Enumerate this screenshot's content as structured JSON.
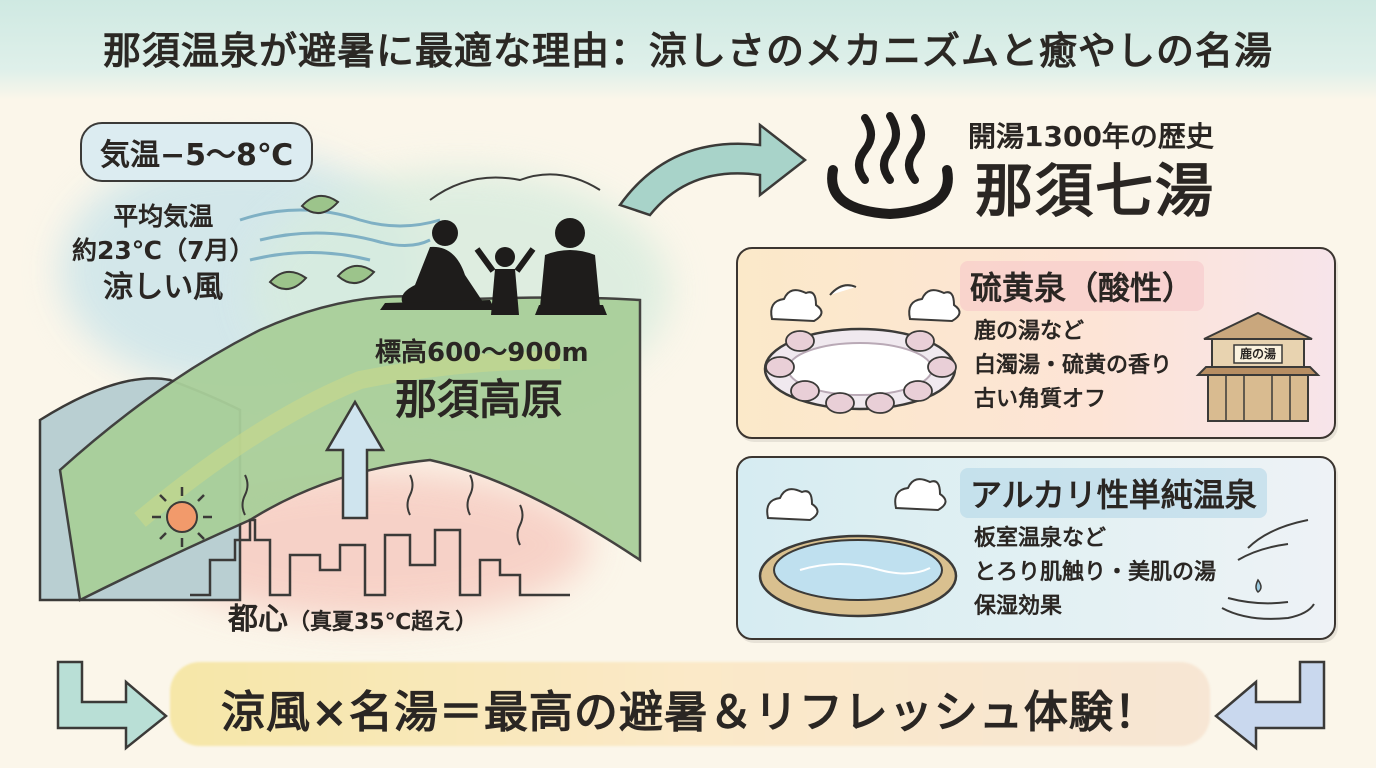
{
  "title": "那須温泉が避暑に最適な理由：涼しさのメカニズムと癒やしの名湯",
  "left": {
    "temp_badge": "気温−5〜8℃",
    "avg_temp_lines": [
      "平均気温",
      "約23℃（7月）",
      "涼しい風"
    ],
    "elevation": "標高600〜900m",
    "plateau_name": "那須高原",
    "city_label": "都心",
    "city_note": "（真夏35℃超え）"
  },
  "right": {
    "history": "開湯1300年の歴史",
    "name": "那須七湯",
    "cards": [
      {
        "title": "硫黄泉（酸性）",
        "lines": [
          "鹿の湯など",
          "白濁湯・硫黄の香り",
          "古い角質オフ"
        ],
        "sign": "鹿の湯"
      },
      {
        "title": "アルカリ性単純温泉",
        "lines": [
          "板室温泉など",
          "とろり肌触り・美肌の湯",
          "保湿効果"
        ]
      }
    ]
  },
  "bottom": {
    "summary": "涼風×名湯＝最高の避暑＆リフレッシュ体験！"
  },
  "colors": {
    "title_band": "#cfe9e2",
    "card1_bg": "#fbe7c8",
    "card2_bg": "#d8ecf2",
    "arrow": "#7fb9b1",
    "city_pink": "#f2b7ad",
    "mountain_green": "#a9cf9a"
  },
  "icons": [
    "onsen-icon",
    "sun-icon",
    "leaf-icon",
    "wind-icon",
    "family-silhouette-icon",
    "up-arrow-icon",
    "hands-water-icon",
    "bathhouse-icon"
  ]
}
